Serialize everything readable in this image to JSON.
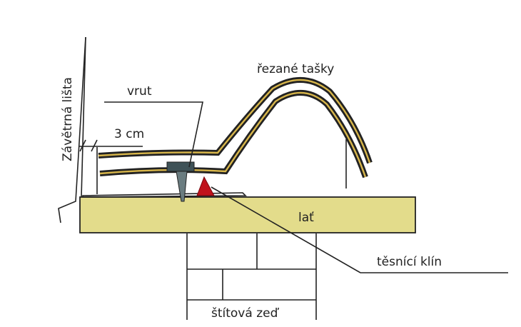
{
  "labels": {
    "barge_trim": "Závětrná lišta",
    "screw": "vrut",
    "gap": "3 cm",
    "cut_tiles": "řezané tašky",
    "batten": "lať",
    "sealing_wedge": "těsnící klín",
    "gable_wall": "štítová zeď"
  },
  "colors": {
    "batten_fill": "#e3dc8b",
    "tile_core": "#d8b64a",
    "screw_head": "#3f5257",
    "screw_shank": "#6a7c80",
    "wedge": "#c0121b",
    "line": "#222222"
  }
}
